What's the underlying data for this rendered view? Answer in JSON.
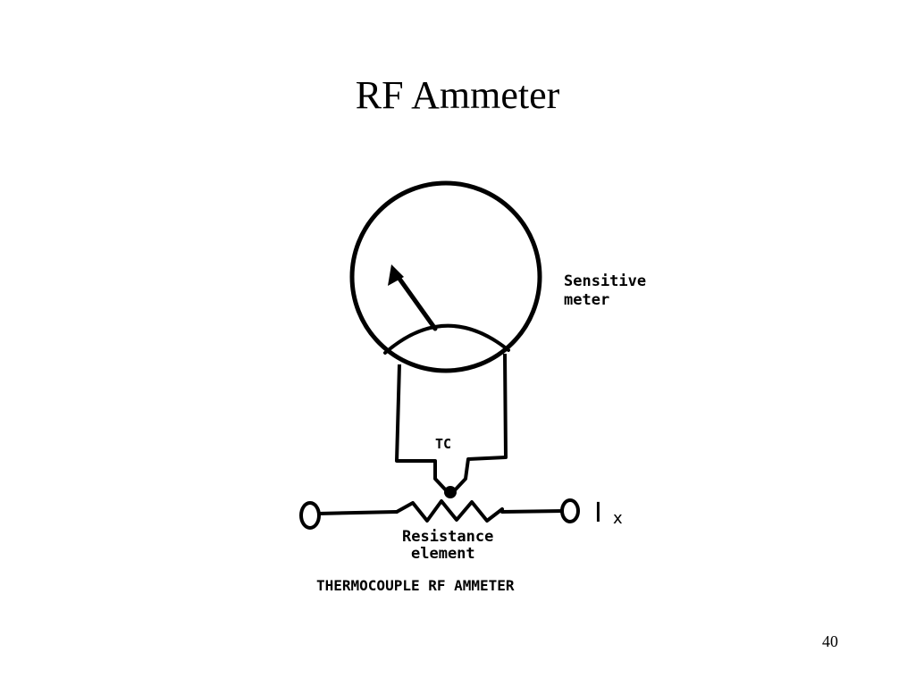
{
  "slide": {
    "title": "RF Ammeter",
    "page_number": "40"
  },
  "diagram": {
    "meter_label_line1": "Sensitive",
    "meter_label_line2": "meter",
    "thermocouple_label": "TC",
    "current_label": "I",
    "current_subscript": "x",
    "resistance_label_line1": "Resistance",
    "resistance_label_line2": "element",
    "caption": "THERMOCOUPLE RF AMMETER"
  }
}
